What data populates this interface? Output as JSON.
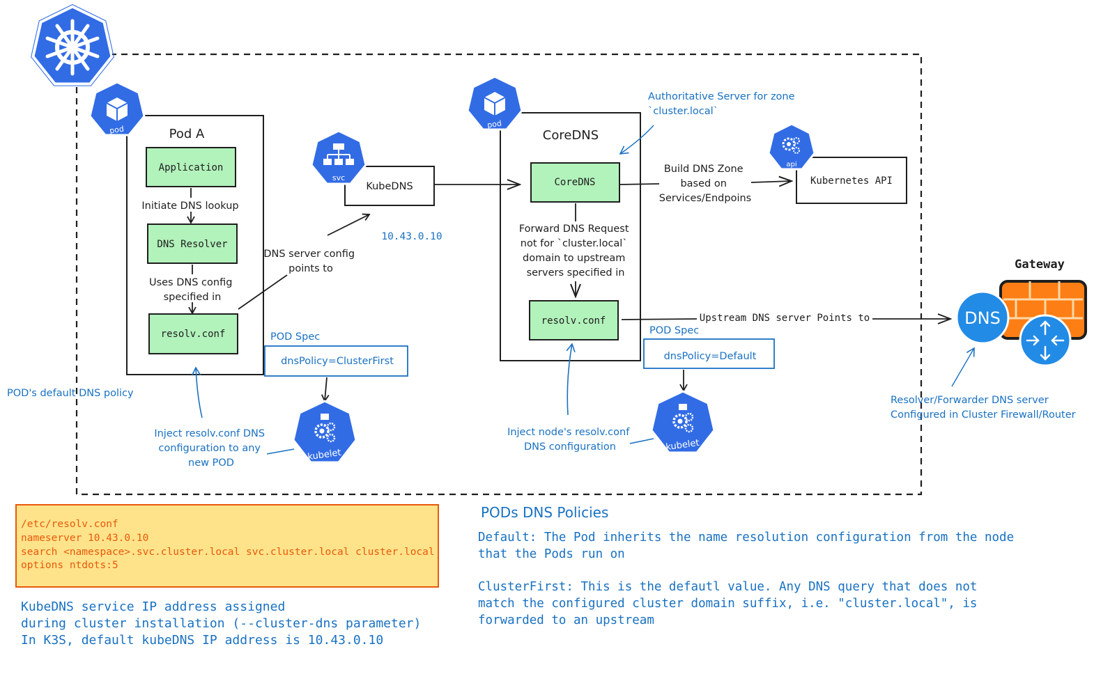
{
  "cluster": {
    "pod_a": {
      "title": "Pod A",
      "badge": "pod"
    },
    "application_box": "Application",
    "dns_resolver_box": "DNS Resolver",
    "resolv_conf_pod": "resolv.conf",
    "initiate_dns_lookup": [
      "Initiate DNS lookup"
    ],
    "uses_dns_config": [
      "Uses DNS config",
      "specified in"
    ],
    "dns_server_config": [
      "DNS server config",
      "points to"
    ],
    "kubedns": {
      "label": "KubeDNS",
      "badge": "svc",
      "ip": "10.43.0.10"
    },
    "coredns_pod": {
      "title": "CoreDNS",
      "badge": "pod"
    },
    "coredns_box": "CoreDNS",
    "resolv_conf_coredns": "resolv.conf",
    "authoritative_note": [
      "Authoritative Server for zone",
      "`cluster.local`"
    ],
    "build_dns_zone": [
      "Build DNS Zone",
      "based on",
      "Services/Endpoins"
    ],
    "kubernetes_api": {
      "label": "Kubernetes API",
      "badge": "api"
    },
    "forward_dns": [
      "Forward DNS Request",
      "not for `cluster.local`",
      "domain to upstream",
      "servers specified in"
    ],
    "upstream_dns": "Upstream DNS server Points to",
    "pod_spec_a": {
      "title": "POD Spec",
      "value": "dnsPolicy=ClusterFirst"
    },
    "pod_spec_b": {
      "title": "POD Spec",
      "value": "dnsPolicy=Default"
    },
    "kubelet_badge": "kubelet",
    "pods_default_policy": "POD's default DNS policy",
    "inject_resolv": [
      "Inject resolv.conf DNS",
      "configuration to any",
      "new POD"
    ],
    "inject_node_resolv": [
      "Inject node's resolv.conf",
      "DNS configuration"
    ]
  },
  "gateway": {
    "title": "Gateway",
    "dns_label": "DNS",
    "resolver_note": [
      "Resolver/Forwarder DNS server",
      "Configured in Cluster Firewall/Router"
    ]
  },
  "resolv_file": [
    "/etc/resolv.conf",
    "nameserver 10.43.0.10",
    "search <namespace>.svc.cluster.local svc.cluster.local cluster.local",
    "options ntdots:5"
  ],
  "kubedns_note": [
    "KubeDNS service IP address assigned",
    "during cluster installation (--cluster-dns parameter)",
    "In K3S, default kubeDNS IP address is 10.43.0.10"
  ],
  "policies": {
    "title": "PODs DNS Policies",
    "default_text": [
      "Default: The Pod inherits the name resolution configuration from the node",
      "that the Pods run on"
    ],
    "clusterfirst_text": [
      "ClusterFirst: This is the defautl value. Any DNS query that does not",
      "match the configured cluster domain suffix, i.e. \"cluster.local\", is",
      "forwarded to an upstream"
    ]
  },
  "colors": {
    "k8s_blue": "#326ce5",
    "green_box": "#b2f2bb",
    "annotation_blue": "#1971c2",
    "note_fill": "#ffe38a",
    "note_border": "#e8590c",
    "firewall_orange": "#fd7e14",
    "dns_blue": "#228be6"
  }
}
